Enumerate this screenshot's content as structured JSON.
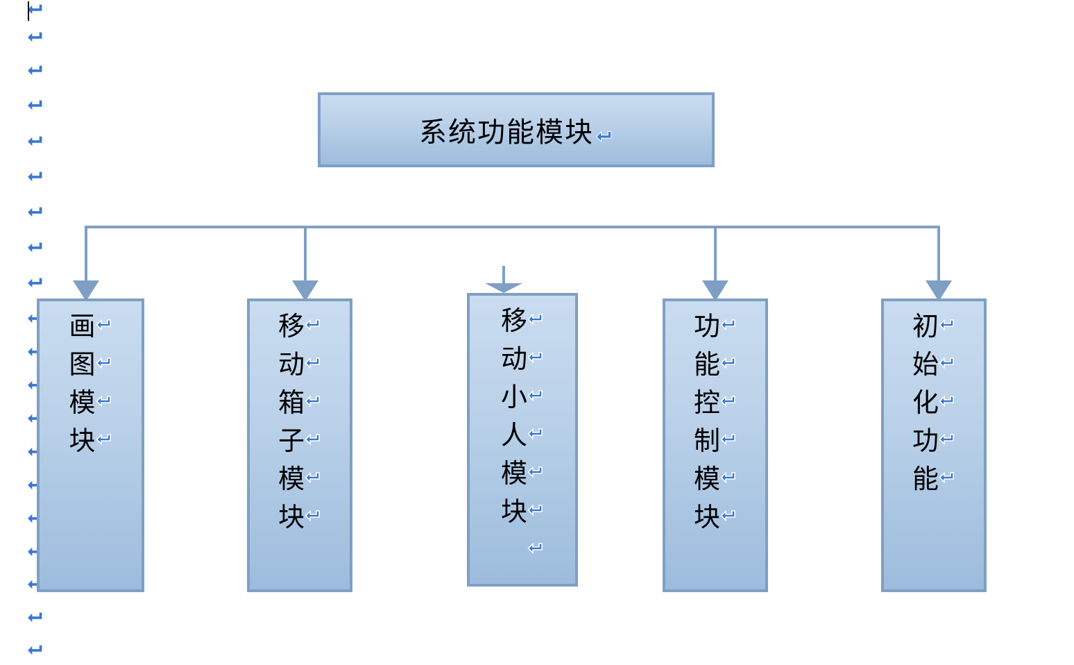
{
  "document": {
    "type": "word-processor-page",
    "background_color": "#ffffff",
    "formatting_marks_visible": true,
    "formatting_mark_glyph": "return-arrow",
    "formatting_mark_color": "#3a77d4",
    "caret_visible": true
  },
  "theme": {
    "shape_border_color": "#7f9fc4",
    "shape_fill_top": "#c9dcf0",
    "shape_fill_bottom": "#9dbcdd",
    "connector_color": "#7f9fc4",
    "text_color": "#000000"
  },
  "diagram": {
    "title": "系统功能模块",
    "root": {
      "label": "系统功能模块",
      "paragraph_mark": "↵"
    },
    "children": [
      {
        "id": "draw-module",
        "label": "画图模块",
        "chars": [
          "画",
          "图",
          "模",
          "块"
        ],
        "trailing_blank_mark": false
      },
      {
        "id": "move-box-module",
        "label": "移动箱子模块",
        "chars": [
          "移",
          "动",
          "箱",
          "子",
          "模",
          "块"
        ],
        "trailing_blank_mark": false
      },
      {
        "id": "move-person-module",
        "label": "移动小人模块",
        "chars": [
          "移",
          "动",
          "小",
          "人",
          "模",
          "块"
        ],
        "trailing_blank_mark": true
      },
      {
        "id": "function-control-module",
        "label": "功能控制模块",
        "chars": [
          "功",
          "能",
          "控",
          "制",
          "模",
          "块"
        ],
        "trailing_blank_mark": false
      },
      {
        "id": "initialization-function",
        "label": "初始化功能",
        "chars": [
          "初",
          "始",
          "化",
          "功",
          "能"
        ],
        "trailing_blank_mark": false
      }
    ]
  },
  "margin_marks": {
    "glyph": "↵",
    "count": 18
  }
}
